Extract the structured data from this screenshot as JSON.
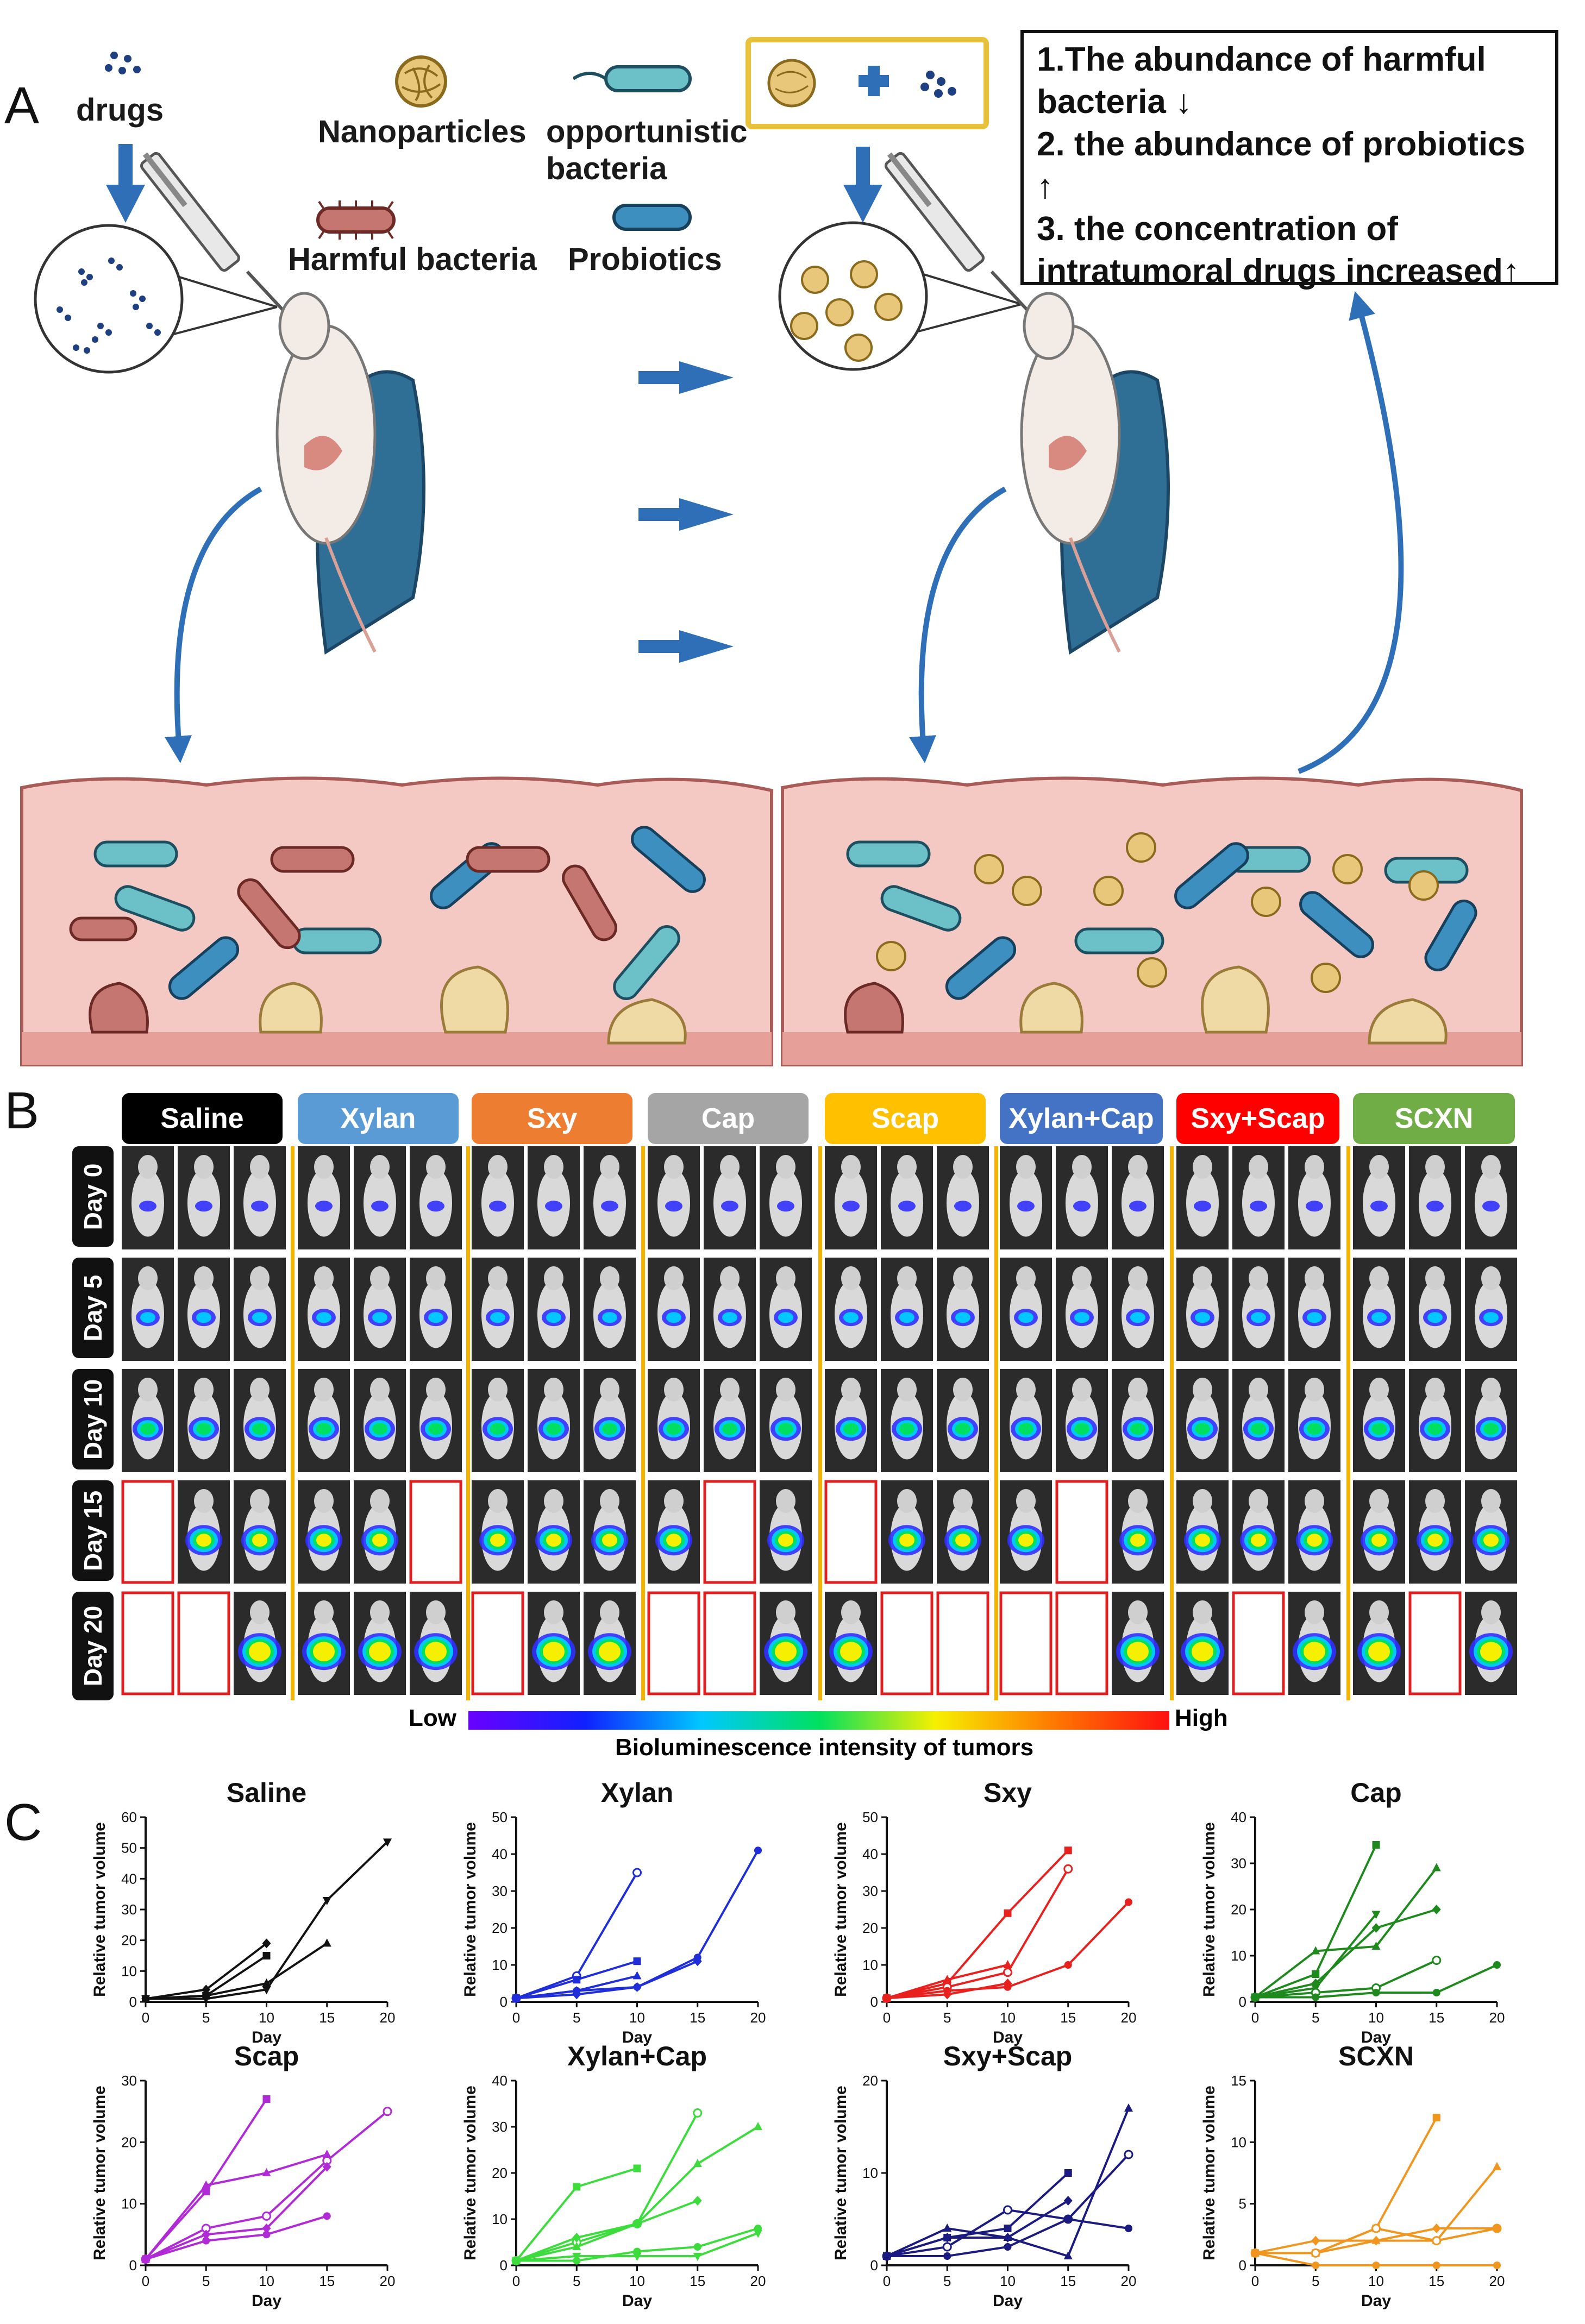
{
  "panel_a": {
    "letter": "A",
    "legend": {
      "drugs": "drugs",
      "nanoparticles": "Nanoparticles",
      "opportunistic_line1": "opportunistic",
      "opportunistic_line2": "bacteria",
      "harmful": "Harmful bacteria",
      "probiotics": "Probiotics"
    },
    "outcomes": [
      "1.The abundance of harmful",
      "bacteria ↓",
      "2. the abundance of probiotics",
      "↑",
      "3. the concentration of",
      "intratumoral drugs increased↑"
    ]
  },
  "panel_b": {
    "letter": "B",
    "groups": [
      {
        "label": "Saline",
        "color": "#000000"
      },
      {
        "label": "Xylan",
        "color": "#5b9bd5"
      },
      {
        "label": "Sxy",
        "color": "#ed7d31"
      },
      {
        "label": "Cap",
        "color": "#a5a5a5"
      },
      {
        "label": "Scap",
        "color": "#ffc000"
      },
      {
        "label": "Xylan+Cap",
        "color": "#4472c4"
      },
      {
        "label": "Sxy+Scap",
        "color": "#ff0000"
      },
      {
        "label": "SCXN",
        "color": "#70ad47"
      }
    ],
    "days": [
      "Day 0",
      "Day 5",
      "Day 10",
      "Day 15",
      "Day 20"
    ],
    "empty_cells": [
      [
        3,
        0
      ],
      [
        3,
        5
      ],
      [
        3,
        10
      ],
      [
        3,
        12
      ],
      [
        3,
        16
      ],
      [
        4,
        0
      ],
      [
        4,
        1
      ],
      [
        4,
        6
      ],
      [
        4,
        9
      ],
      [
        4,
        10
      ],
      [
        4,
        13
      ],
      [
        4,
        14
      ],
      [
        4,
        15
      ],
      [
        4,
        16
      ],
      [
        4,
        19
      ],
      [
        4,
        22
      ]
    ],
    "scale": {
      "low": "Low",
      "high": "High",
      "caption": "Bioluminescence intensity of tumors"
    }
  },
  "panel_c": {
    "letter": "C",
    "chart_data": [
      {
        "type": "line",
        "title": "Saline",
        "color": "#111111",
        "xlabel": "Day",
        "ylabel": "Relative tumor volume",
        "ylim": [
          0,
          60
        ],
        "yticks": [
          0,
          10,
          20,
          30,
          40,
          50,
          60
        ],
        "xticks": [
          0,
          5,
          10,
          15,
          20
        ],
        "series": [
          {
            "marker": "diamond",
            "x": [
              0,
              5,
              10
            ],
            "y": [
              1,
              4,
              19
            ]
          },
          {
            "marker": "square",
            "x": [
              0,
              5,
              10
            ],
            "y": [
              1,
              2,
              15
            ]
          },
          {
            "marker": "triangle",
            "x": [
              0,
              5,
              10,
              15
            ],
            "y": [
              1,
              2,
              6,
              19
            ]
          },
          {
            "marker": "triangle-down",
            "x": [
              0,
              5,
              10,
              15,
              20
            ],
            "y": [
              1,
              1,
              4,
              33,
              52
            ]
          }
        ]
      },
      {
        "type": "line",
        "title": "Xylan",
        "color": "#1f2ed8",
        "xlabel": "Day",
        "ylabel": "Relative tumor volume",
        "ylim": [
          0,
          50
        ],
        "yticks": [
          0,
          10,
          20,
          30,
          40,
          50
        ],
        "xticks": [
          0,
          5,
          10,
          15,
          20
        ],
        "series": [
          {
            "marker": "circle-open",
            "x": [
              0,
              5,
              10
            ],
            "y": [
              1,
              7,
              35
            ]
          },
          {
            "marker": "square",
            "x": [
              0,
              5,
              10
            ],
            "y": [
              1,
              6,
              11
            ]
          },
          {
            "marker": "triangle",
            "x": [
              0,
              5,
              10
            ],
            "y": [
              1,
              3,
              7
            ]
          },
          {
            "marker": "circle",
            "x": [
              0,
              5,
              10,
              15,
              20
            ],
            "y": [
              1,
              3,
              4,
              12,
              41
            ]
          },
          {
            "marker": "diamond",
            "x": [
              0,
              5,
              10,
              15
            ],
            "y": [
              1,
              2,
              4,
              11
            ]
          }
        ]
      },
      {
        "type": "line",
        "title": "Sxy",
        "color": "#e8201e",
        "xlabel": "Day",
        "ylabel": "Relative tumor volume",
        "ylim": [
          0,
          50
        ],
        "yticks": [
          0,
          10,
          20,
          30,
          40,
          50
        ],
        "xticks": [
          0,
          5,
          10,
          15,
          20
        ],
        "series": [
          {
            "marker": "square",
            "x": [
              0,
              5,
              10,
              15
            ],
            "y": [
              1,
              5,
              24,
              41
            ]
          },
          {
            "marker": "circle-open",
            "x": [
              0,
              5,
              10,
              15
            ],
            "y": [
              1,
              4,
              8,
              36
            ]
          },
          {
            "marker": "triangle",
            "x": [
              0,
              5,
              10
            ],
            "y": [
              1,
              6,
              10
            ]
          },
          {
            "marker": "circle",
            "x": [
              0,
              5,
              10,
              15,
              20
            ],
            "y": [
              1,
              3,
              4,
              10,
              27
            ]
          },
          {
            "marker": "diamond",
            "x": [
              0,
              5,
              10
            ],
            "y": [
              1,
              2,
              5
            ]
          }
        ]
      },
      {
        "type": "line",
        "title": "Cap",
        "color": "#1e8a1e",
        "xlabel": "Day",
        "ylabel": "Relative tumor volume",
        "ylim": [
          0,
          40
        ],
        "yticks": [
          0,
          10,
          20,
          30,
          40
        ],
        "xticks": [
          0,
          5,
          10,
          15,
          20
        ],
        "series": [
          {
            "marker": "square",
            "x": [
              0,
              5,
              10
            ],
            "y": [
              1,
              6,
              34
            ]
          },
          {
            "marker": "triangle",
            "x": [
              0,
              5,
              10,
              15
            ],
            "y": [
              1,
              11,
              12,
              29
            ]
          },
          {
            "marker": "diamond",
            "x": [
              0,
              5,
              10,
              15
            ],
            "y": [
              1,
              4,
              16,
              20
            ]
          },
          {
            "marker": "triangle-down",
            "x": [
              0,
              5,
              10
            ],
            "y": [
              1,
              3,
              19
            ]
          },
          {
            "marker": "circle-open",
            "x": [
              0,
              5,
              10,
              15
            ],
            "y": [
              1,
              2,
              3,
              9
            ]
          },
          {
            "marker": "circle",
            "x": [
              0,
              5,
              10,
              15,
              20
            ],
            "y": [
              1,
              1,
              2,
              2,
              8
            ]
          }
        ]
      },
      {
        "type": "line",
        "title": "Scap",
        "color": "#b02ad6",
        "xlabel": "Day",
        "ylabel": "Relative tumor volume",
        "ylim": [
          0,
          30
        ],
        "yticks": [
          0,
          10,
          20,
          30
        ],
        "xticks": [
          0,
          5,
          10,
          15,
          20
        ],
        "series": [
          {
            "marker": "square",
            "x": [
              0,
              5,
              10
            ],
            "y": [
              1,
              12,
              27
            ]
          },
          {
            "marker": "circle-open",
            "x": [
              0,
              5,
              10,
              15,
              20
            ],
            "y": [
              1,
              6,
              8,
              17,
              25
            ]
          },
          {
            "marker": "triangle",
            "x": [
              0,
              5,
              10,
              15
            ],
            "y": [
              1,
              13,
              15,
              18
            ]
          },
          {
            "marker": "diamond",
            "x": [
              0,
              5,
              10,
              15
            ],
            "y": [
              1,
              5,
              6,
              16
            ]
          },
          {
            "marker": "circle",
            "x": [
              0,
              5,
              10,
              15
            ],
            "y": [
              1,
              4,
              5,
              8
            ]
          }
        ]
      },
      {
        "type": "line",
        "title": "Xylan+Cap",
        "color": "#3ddc3d",
        "xlabel": "Day",
        "ylabel": "Relative tumor volume",
        "ylim": [
          0,
          40
        ],
        "yticks": [
          0,
          10,
          20,
          30,
          40
        ],
        "xticks": [
          0,
          5,
          10,
          15,
          20
        ],
        "series": [
          {
            "marker": "circle-open",
            "x": [
              0,
              5,
              10,
              15
            ],
            "y": [
              1,
              5,
              9,
              33
            ]
          },
          {
            "marker": "triangle",
            "x": [
              0,
              5,
              10,
              15,
              20
            ],
            "y": [
              1,
              4,
              9,
              22,
              30
            ]
          },
          {
            "marker": "square",
            "x": [
              0,
              5,
              10
            ],
            "y": [
              1,
              17,
              21
            ]
          },
          {
            "marker": "diamond",
            "x": [
              0,
              5,
              10,
              15
            ],
            "y": [
              1,
              6,
              9,
              14
            ]
          },
          {
            "marker": "circle",
            "x": [
              0,
              5,
              10,
              15,
              20
            ],
            "y": [
              1,
              1,
              3,
              4,
              8
            ]
          },
          {
            "marker": "triangle-down",
            "x": [
              0,
              5,
              10,
              15,
              20
            ],
            "y": [
              1,
              2,
              2,
              2,
              7
            ]
          }
        ]
      },
      {
        "type": "line",
        "title": "Sxy+Scap",
        "color": "#1a1a80",
        "xlabel": "Day",
        "ylabel": "Relative tumor volume",
        "ylim": [
          0,
          20
        ],
        "yticks": [
          0,
          10,
          20
        ],
        "xticks": [
          0,
          5,
          10,
          15,
          20
        ],
        "series": [
          {
            "marker": "triangle",
            "x": [
              0,
              5,
              10,
              15,
              20
            ],
            "y": [
              1,
              4,
              3,
              1,
              17
            ]
          },
          {
            "marker": "circle-open",
            "x": [
              0,
              5,
              10,
              15,
              20
            ],
            "y": [
              1,
              2,
              6,
              5,
              12
            ]
          },
          {
            "marker": "square",
            "x": [
              0,
              5,
              10,
              15
            ],
            "y": [
              1,
              3,
              4,
              10
            ]
          },
          {
            "marker": "diamond",
            "x": [
              0,
              5,
              10,
              15
            ],
            "y": [
              1,
              3,
              3,
              7
            ]
          },
          {
            "marker": "circle",
            "x": [
              0,
              5,
              10,
              15,
              20
            ],
            "y": [
              1,
              1,
              2,
              5,
              4
            ]
          }
        ]
      },
      {
        "type": "line",
        "title": "SCXN",
        "color": "#f0951e",
        "xlabel": "Day",
        "ylabel": "Relative tumor volume",
        "ylim": [
          0,
          15
        ],
        "yticks": [
          0,
          5,
          10,
          15
        ],
        "xticks": [
          0,
          5,
          10,
          15,
          20
        ],
        "series": [
          {
            "marker": "square",
            "x": [
              0,
              5,
              10,
              15
            ],
            "y": [
              1,
              1,
              3,
              12
            ]
          },
          {
            "marker": "triangle",
            "x": [
              0,
              5,
              10,
              15,
              20
            ],
            "y": [
              1,
              1,
              2,
              2,
              8
            ]
          },
          {
            "marker": "circle-open",
            "x": [
              0,
              5,
              10,
              15,
              20
            ],
            "y": [
              1,
              1,
              3,
              2,
              3
            ]
          },
          {
            "marker": "diamond",
            "x": [
              0,
              5,
              10,
              15,
              20
            ],
            "y": [
              1,
              2,
              2,
              3,
              3
            ]
          },
          {
            "marker": "circle",
            "x": [
              0,
              5,
              10,
              15,
              20
            ],
            "y": [
              1,
              0,
              0,
              0,
              0
            ]
          }
        ]
      }
    ]
  }
}
